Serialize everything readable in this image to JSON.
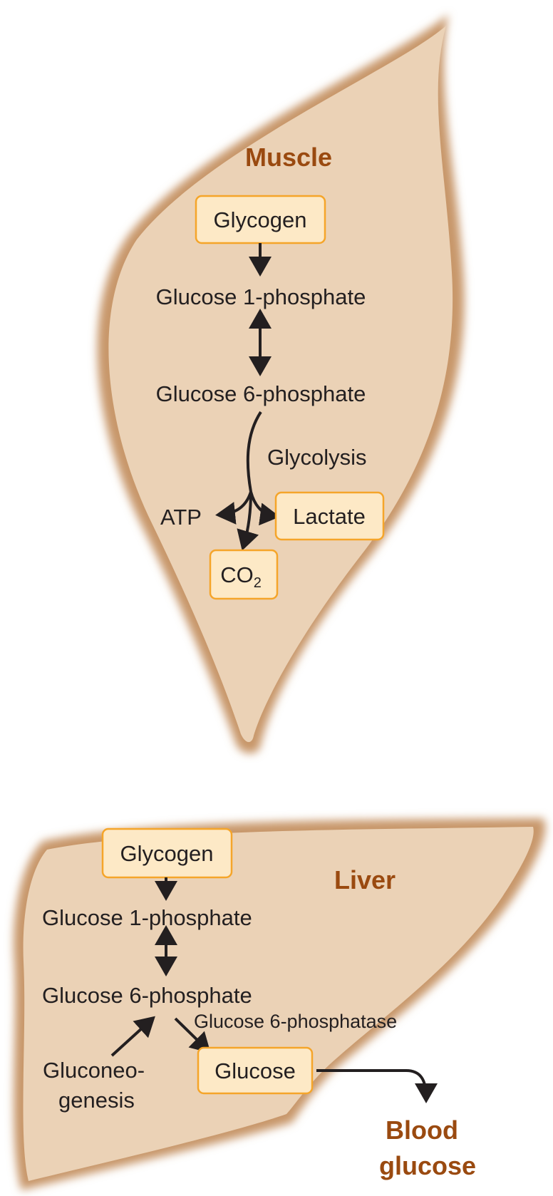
{
  "muscle": {
    "label": "Muscle",
    "glycogen": "Glycogen",
    "g1p": "Glucose 1-phosphate",
    "g6p": "Glucose 6-phosphate",
    "glycolysis": "Glycolysis",
    "atp": "ATP",
    "lactate": "Lactate",
    "co2_main": "CO",
    "co2_sub": "2"
  },
  "liver": {
    "label": "Liver",
    "glycogen": "Glycogen",
    "g1p": "Glucose 1-phosphate",
    "g6p": "Glucose 6-phosphate",
    "enzyme": "Glucose 6-phosphatase",
    "gluconeo_line1": "Gluconeo-",
    "gluconeo_line2": "genesis",
    "glucose": "Glucose"
  },
  "blood": {
    "line1": "Blood",
    "line2": "glucose"
  },
  "colors": {
    "organ_fill": "#ebd2b6",
    "organ_edge": "#c8976b",
    "box_fill": "#fde9c6",
    "box_border": "#f5a52a",
    "label_brown": "#9a4a10"
  }
}
